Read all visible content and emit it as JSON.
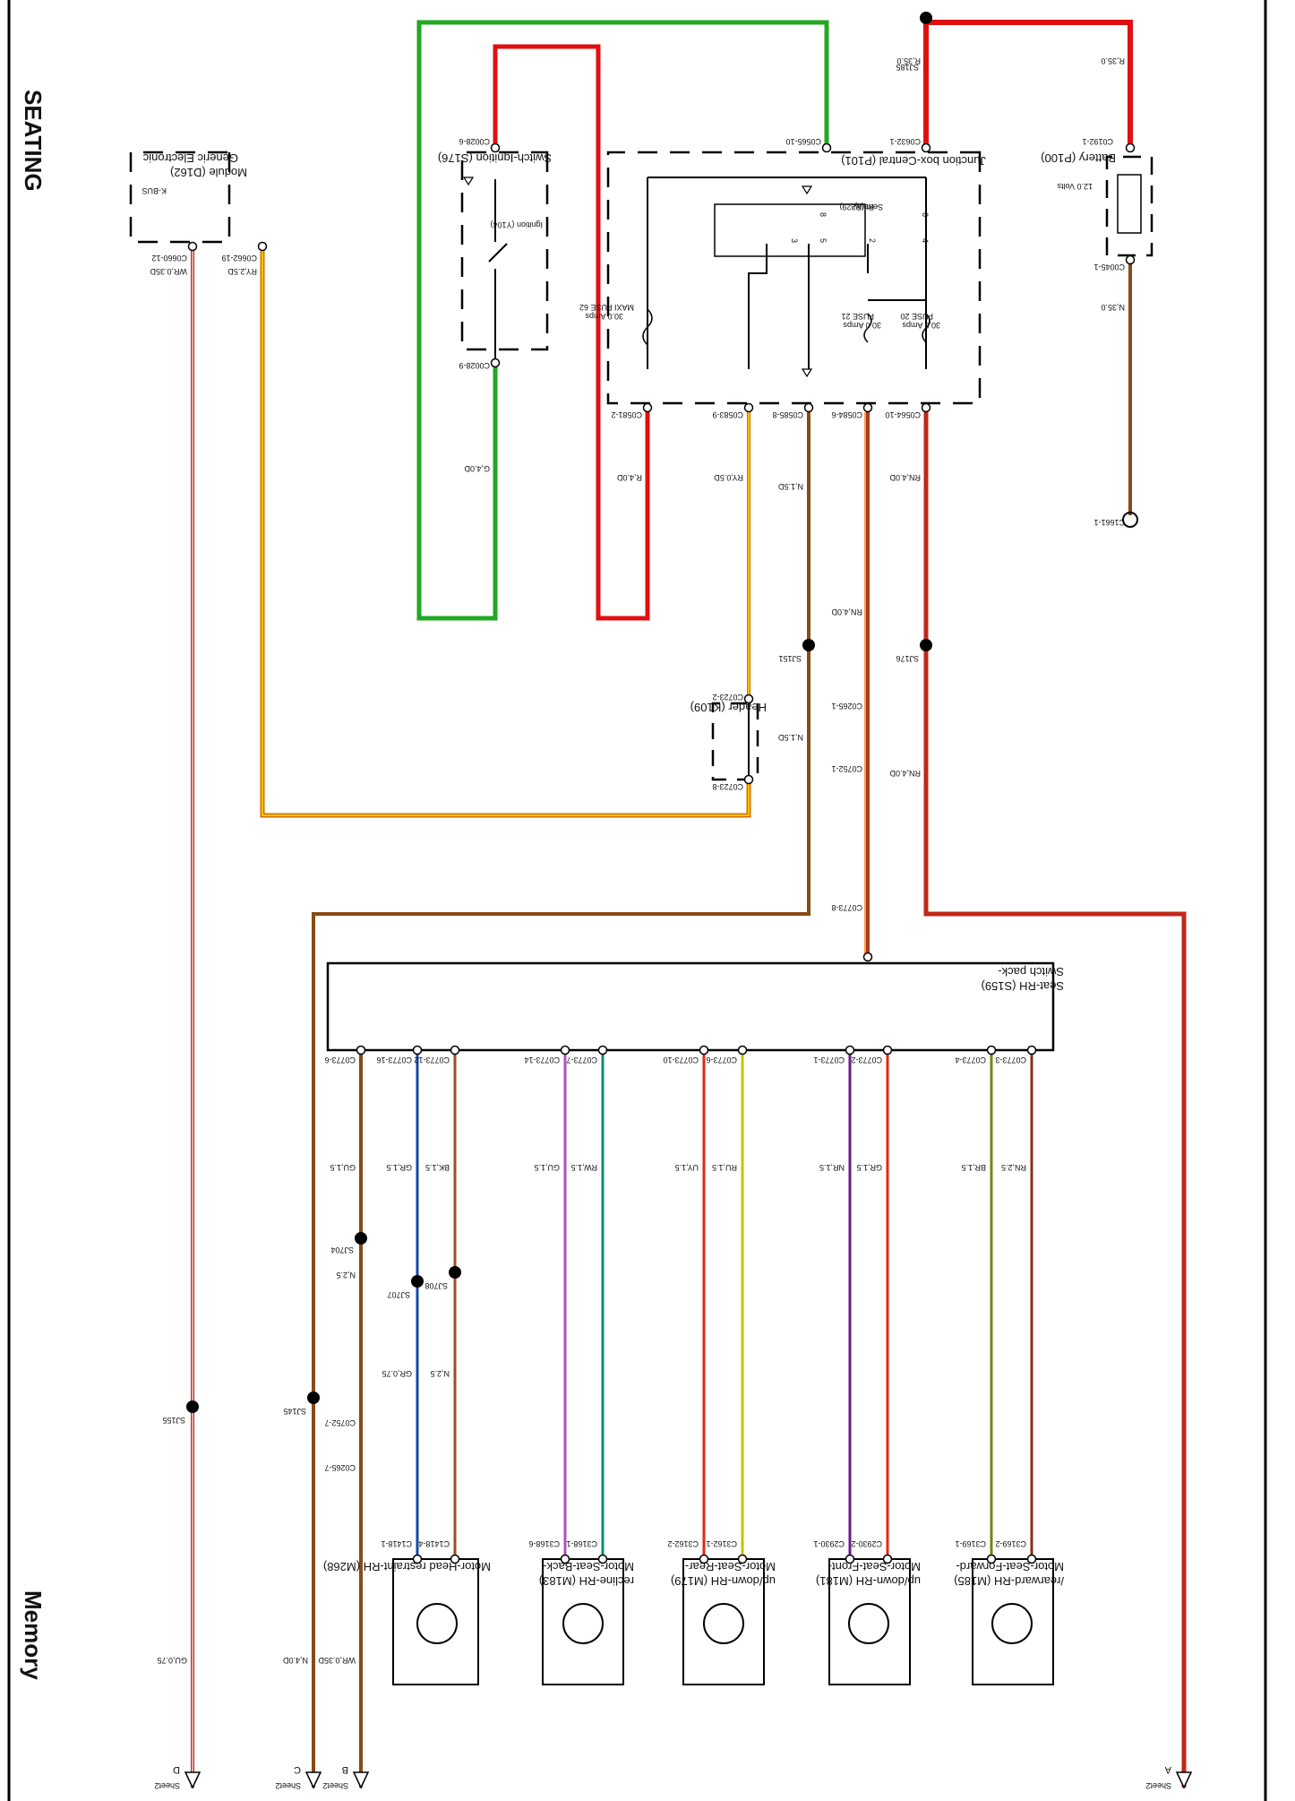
{
  "header": {
    "title": "SEATING",
    "subtitle": "Memory"
  },
  "components": [
    {
      "id": "battery",
      "label": "Battery (P100)",
      "sub": "12.0 Volts"
    },
    {
      "id": "junction",
      "label": "Junction box-Central (P101)"
    },
    {
      "id": "relay",
      "label": "Relay-",
      "label2": "Seat (R229)"
    },
    {
      "id": "fuse20",
      "label": "FUSE 20",
      "rating": "30.0 Amps"
    },
    {
      "id": "fuse21",
      "label": "FUSE 21",
      "rating": "30.0 Amps"
    },
    {
      "id": "fuse62",
      "label": "MAXI FUSE 62",
      "rating": "30.0 Amps"
    },
    {
      "id": "ignition",
      "label": "Switch-Ignition (S176)",
      "sub": "Ignition (Y104)"
    },
    {
      "id": "gem",
      "label": "Generic Electronic",
      "label2": "Module (D162)",
      "sub": "K-BUS"
    },
    {
      "id": "header",
      "label": "Header (K109)"
    },
    {
      "id": "switchpack",
      "label": "Switch pack-",
      "label2": "Seat-RH (S159)"
    },
    {
      "id": "m185",
      "label": "Motor-Seat-Forward-",
      "label2": "/rearward-RH (M185)"
    },
    {
      "id": "m181",
      "label": "Motor-Seat-Front-",
      "label2": "up/down-RH (M181)"
    },
    {
      "id": "m179",
      "label": "Motor-Seat-Rear-",
      "label2": "up/down-RH (M179)"
    },
    {
      "id": "m183",
      "label": "Motor-Seat-Back-",
      "label2": "recline-RH (M183)"
    },
    {
      "id": "m268",
      "label": "Motor-Head restraint-RH (M268)"
    }
  ],
  "relay_pins": [
    "6",
    "8",
    "4",
    "2",
    "5",
    "3"
  ],
  "connectors": [
    "C0192-1",
    "C0632-1",
    "C0565-10",
    "C0028-6",
    "C0045-1",
    "C1661-1",
    "C0564-10",
    "C0584-6",
    "C0585-8",
    "C0583-9",
    "C0581-2",
    "C0028-9",
    "C0662-19",
    "C0660-12",
    "C0723-2",
    "C0723-8",
    "C0265-1",
    "C0752-1",
    "C0773-8",
    "C0773-3",
    "C0773-4",
    "C0773-2",
    "C0773-1",
    "C0773-6",
    "C0773-10",
    "C0773-7",
    "C0773-14",
    "C0773-12",
    "C0773-16",
    "C0773-6",
    "C0752-7",
    "C0265-7",
    "C3169-2",
    "C3169-1",
    "C2930-2",
    "C2930-1",
    "C3162-1",
    "C3162-2",
    "C3168-1",
    "C3168-6",
    "C1418-4",
    "C1418-1"
  ],
  "wire_labels": [
    "R,35.0",
    "R,35.0",
    "N,35.0",
    "RN,4.0D",
    "RN,4.0D",
    "N,1.5D",
    "N,1.5D",
    "RY,0.5D",
    "R,4.0D",
    "G,4.0D",
    "RY,2.5D",
    "WR,0.35D",
    "RN,4.0D",
    "RN,2.5",
    "BR,1.5",
    "GR,1.5",
    "NR,1.5",
    "RU,1.5",
    "UY,1.5",
    "RW,1.5",
    "GU,1.5",
    "BK,1.5",
    "GR,1.5",
    "GU,1.5",
    "N,2.5",
    "N,2.5",
    "GR,0.75",
    "GU,0.75",
    "WR,0.35D",
    "N,4.0D",
    "N,4.0D"
  ],
  "splices": [
    "SJ185",
    "SJ176",
    "SJ151",
    "SJ704",
    "SJ708",
    "SJ707",
    "SJ145",
    "SJ155"
  ],
  "sheets": [
    {
      "letter": "A",
      "label": "Sheet2"
    },
    {
      "letter": "B",
      "label": "Sheet2"
    },
    {
      "letter": "C",
      "label": "Sheet2"
    },
    {
      "letter": "D",
      "label": "Sheet2"
    }
  ]
}
